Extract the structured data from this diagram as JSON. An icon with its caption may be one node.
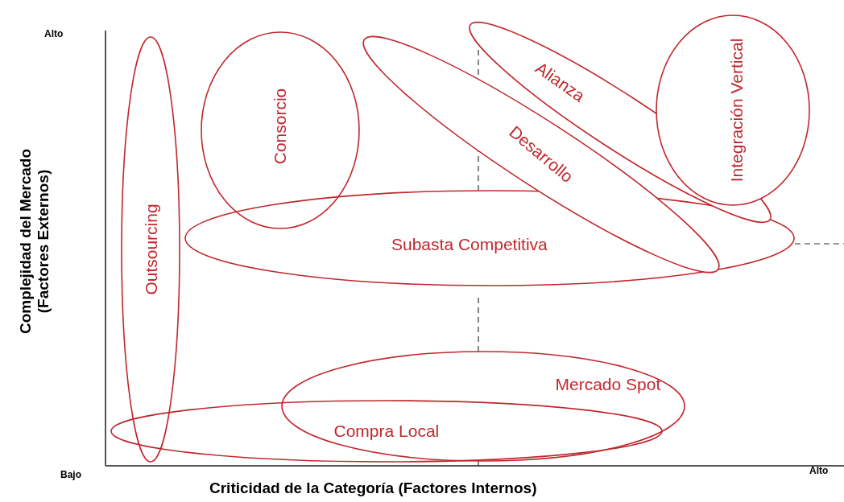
{
  "diagram": {
    "nodes": [
      {
        "text": [
          "Outsourcing"
        ]
      },
      {
        "text": [
          "Consorcio"
        ]
      },
      {
        "text": [
          "Subasta Competitiva"
        ]
      },
      {
        "text": [
          "Desarrollo"
        ]
      },
      {
        "text": [
          "Alianza"
        ]
      },
      {
        "text": [
          "Integración Vertical"
        ]
      },
      {
        "text": [
          "Mercado Spot"
        ]
      },
      {
        "text": [
          "Compra Local"
        ]
      }
    ],
    "edges": [],
    "labels": [
      "Alto",
      "Complejidad del Mercado (Factores Externos)",
      "Bajo",
      "Alto",
      "Criticidad de la Categoría (Factores Internos)"
    ]
  }
}
